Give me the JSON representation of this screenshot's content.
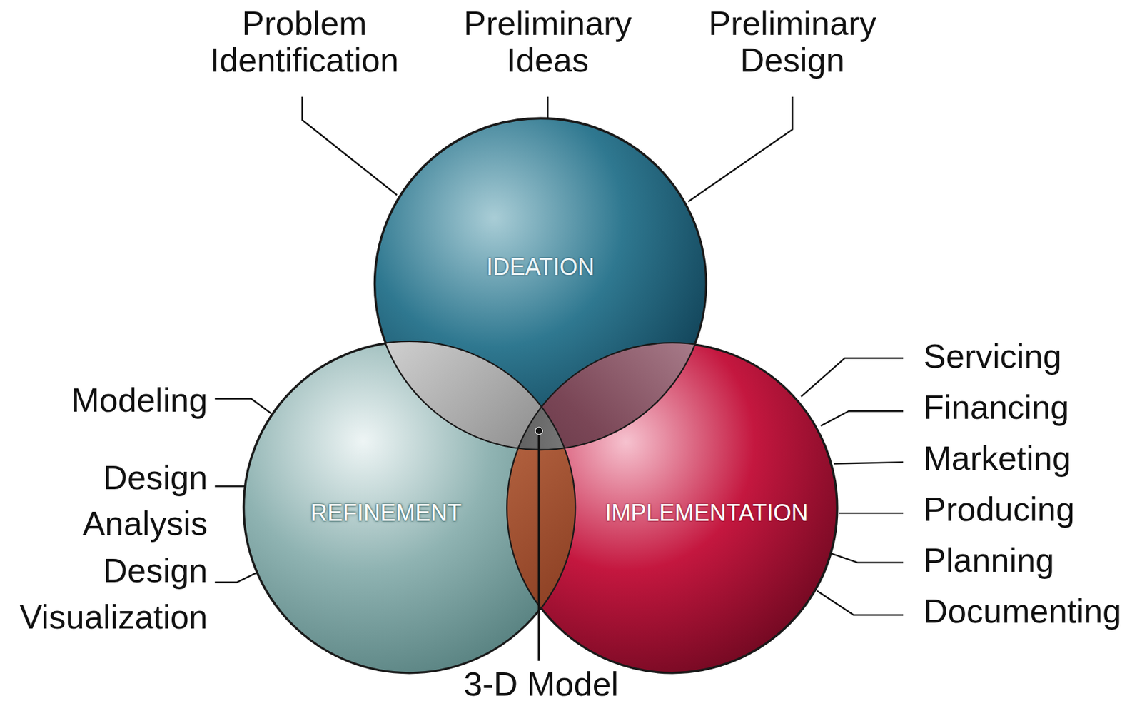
{
  "diagram": {
    "nodes": [
      {
        "text": [
          "IDEATION"
        ]
      },
      {
        "text": [
          "REFINEMENT"
        ]
      },
      {
        "text": [
          "IMPLEMENTATION"
        ]
      }
    ],
    "labels": [
      "Problem Identification",
      "Preliminary Ideas",
      "Preliminary Design",
      "Modeling",
      "Design Analysis",
      "Design Visualization",
      "Servicing",
      "Financing",
      "Marketing",
      "Producing",
      "Planning",
      "Documenting",
      "3-D Model"
    ]
  }
}
